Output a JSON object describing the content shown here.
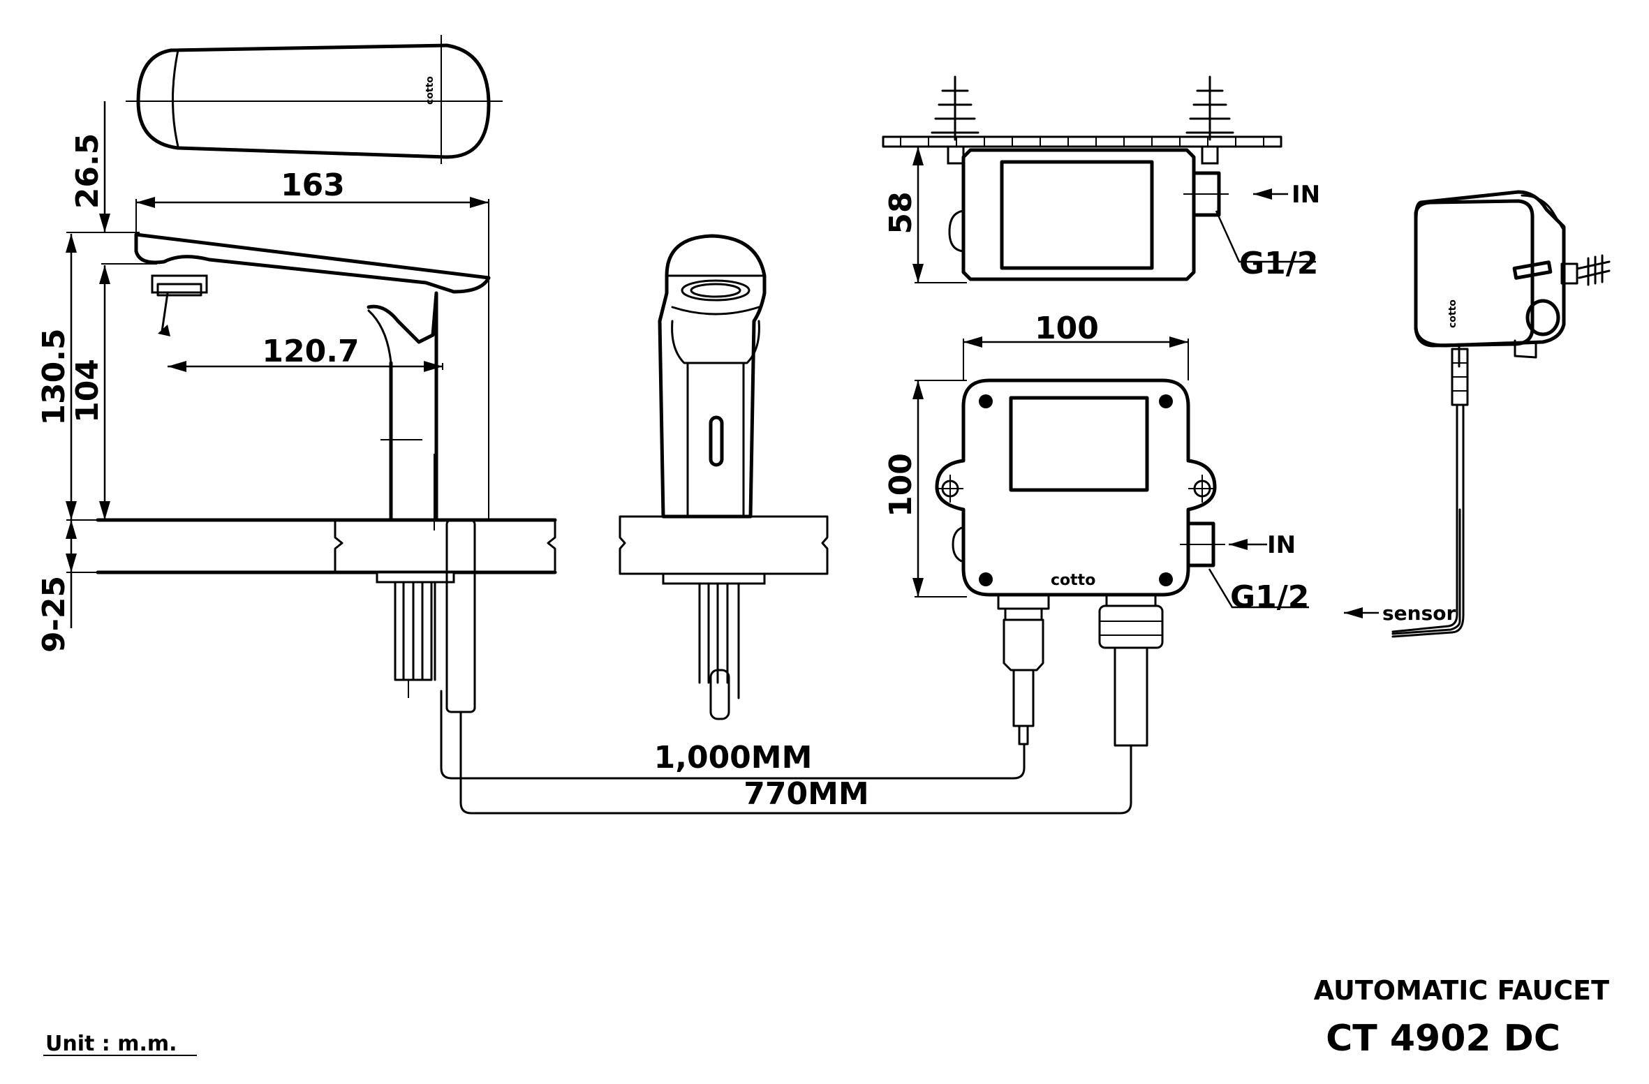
{
  "dimensions": {
    "width_total": "163",
    "spout_reach": "120.7",
    "top_offset": "26.5",
    "overall_height": "130.5",
    "spout_height": "104",
    "deck_thickness": "9-25",
    "box_depth": "58",
    "box_width": "100",
    "box_height": "100",
    "hose_long": "1,000MM",
    "hose_short": "770MM"
  },
  "labels": {
    "inlet_top": "IN",
    "inlet_bottom": "IN",
    "thread_top": "G1/2",
    "thread_bottom": "G1/2",
    "sensor": "sensor",
    "brand": "cotto"
  },
  "footer": {
    "unit": "Unit : m.m.",
    "product_type": "AUTOMATIC  FAUCET",
    "model": "CT 4902 DC"
  }
}
